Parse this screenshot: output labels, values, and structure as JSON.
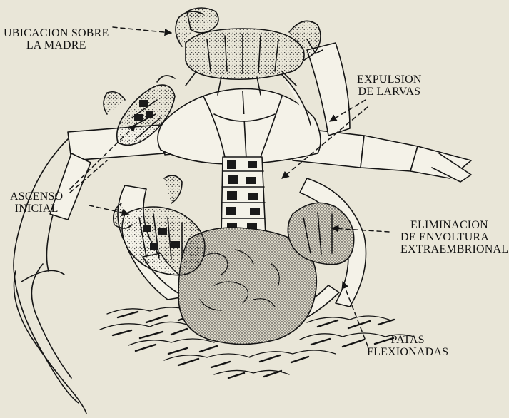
{
  "labels": {
    "ubicacion": [
      "UBICACION SOBRE",
      "LA MADRE"
    ],
    "expulsion": [
      "EXPULSION",
      "DE LARVAS"
    ],
    "ascenso": [
      "ASCENSO",
      "INICIAL"
    ],
    "eliminacion": [
      "ELIMINACION",
      "DE ENVOLTURA",
      "EXTRAEMBRIONAL"
    ],
    "patas": [
      "PATAS",
      "FLEXIONADAS"
    ]
  },
  "colors": {
    "background": "#e9e6d8",
    "ink": "#151515",
    "stipple": "#2a2a2a"
  }
}
